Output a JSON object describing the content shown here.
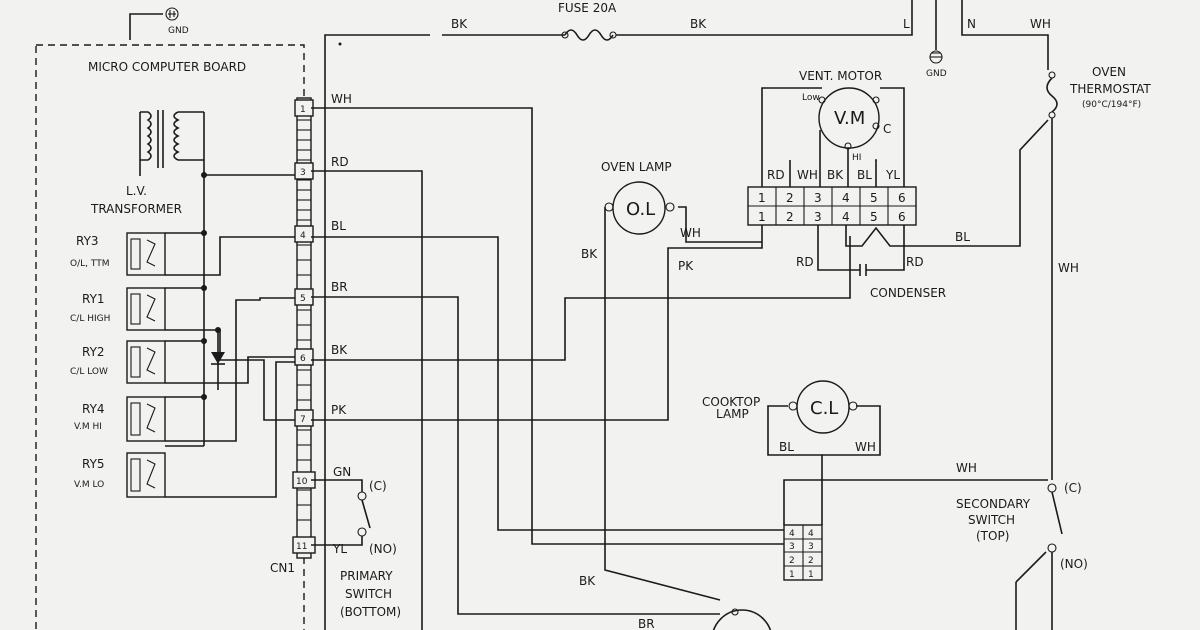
{
  "board": {
    "title": "MICRO COMPUTER BOARD",
    "connector": "CN1"
  },
  "ground_top": "GND",
  "ground_right": "GND",
  "fuse": "FUSE 20A",
  "power": {
    "line": "L",
    "neutral": "N"
  },
  "transformer": {
    "line1": "L.V.",
    "line2": "TRANSFORMER"
  },
  "relays": [
    {
      "id": "RY3",
      "desc": "O/L, TTM"
    },
    {
      "id": "RY1",
      "desc": "C/L HIGH"
    },
    {
      "id": "RY2",
      "desc": "C/L LOW"
    },
    {
      "id": "RY4",
      "desc": "V.M HI"
    },
    {
      "id": "RY5",
      "desc": "V.M LO"
    }
  ],
  "pins": [
    "1",
    "3",
    "4",
    "5",
    "6",
    "7",
    "10",
    "11"
  ],
  "wires": {
    "pin1": "WH",
    "pin3": "RD",
    "pin4": "BL",
    "pin5": "BR",
    "pin6": "BK",
    "pin7": "PK",
    "pin10": "GN",
    "pin11": "YL",
    "bk_top_left": "BK",
    "bk_top_right": "BK",
    "wh_top_right": "WH",
    "oven_lamp_bk": "BK",
    "oven_lamp_wh": "WH",
    "pk_right": "PK",
    "thermostat_bl": "BL",
    "wh_right": "WH",
    "cl_bl": "BL",
    "cl_wh": "WH",
    "secondary_wh": "WH",
    "bk_bottom": "BK",
    "br_bottom": "BR",
    "rd_left": "RD",
    "rd_right": "RD"
  },
  "primary_switch": {
    "c": "(C)",
    "no": "(NO)",
    "line1": "PRIMARY",
    "line2": "SWITCH",
    "line3": "(BOTTOM)"
  },
  "oven_lamp": {
    "title": "OVEN LAMP",
    "symbol": "O.L"
  },
  "vent_motor": {
    "title": "VENT. MOTOR",
    "symbol": "V.M",
    "low": "Low",
    "c": "C",
    "hi": "HI",
    "wires": [
      "RD",
      "WH",
      "BK",
      "BL",
      "YL"
    ]
  },
  "terminal_block": {
    "top": [
      "1",
      "2",
      "3",
      "4",
      "5",
      "6"
    ],
    "bottom": [
      "1",
      "2",
      "3",
      "4",
      "5",
      "6"
    ]
  },
  "condenser": "CONDENSER",
  "oven_thermostat": {
    "line1": "OVEN",
    "line2": "THERMOSTAT",
    "rating": "(90°C/194°F)"
  },
  "cooktop_lamp": {
    "line1": "COOKTOP",
    "line2": "LAMP",
    "symbol": "C.L"
  },
  "small_connector": {
    "rows": [
      [
        "4",
        "4"
      ],
      [
        "3",
        "3"
      ],
      [
        "2",
        "2"
      ],
      [
        "1",
        "1"
      ]
    ]
  },
  "secondary_switch": {
    "c": "(C)",
    "no": "(NO)",
    "line1": "SECONDARY",
    "line2": "SWITCH",
    "line3": "(TOP)"
  }
}
